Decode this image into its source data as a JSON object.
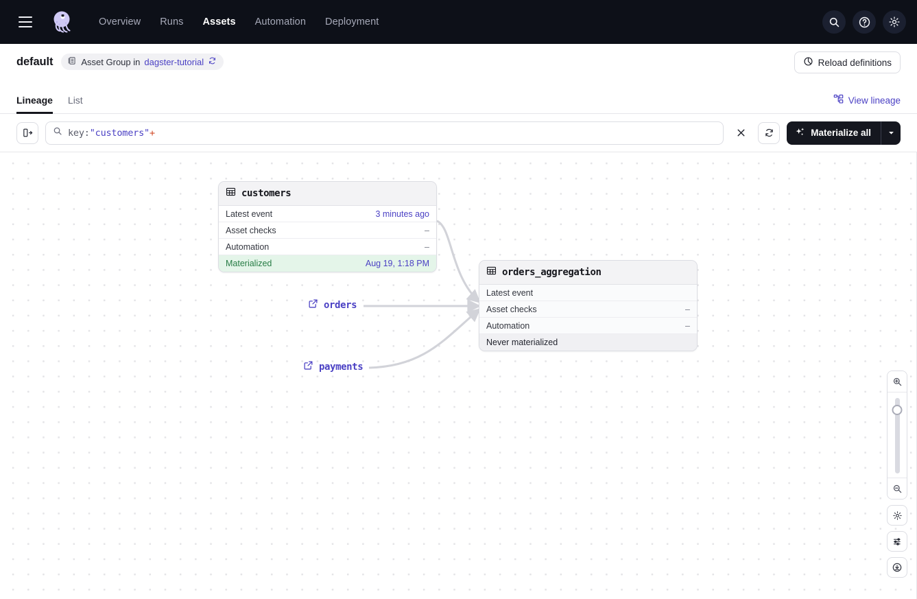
{
  "topnav": {
    "menu_icon": "hamburger-icon",
    "logo": "dagster-logo",
    "links": [
      {
        "label": "Overview",
        "active": false
      },
      {
        "label": "Runs",
        "active": false
      },
      {
        "label": "Assets",
        "active": true
      },
      {
        "label": "Automation",
        "active": false
      },
      {
        "label": "Deployment",
        "active": false
      }
    ],
    "right_icons": [
      "search-icon",
      "help-icon",
      "gear-icon"
    ]
  },
  "subheader": {
    "title": "default",
    "badge_prefix": "Asset Group in",
    "badge_link": "dagster-tutorial",
    "reload_label": "Reload definitions"
  },
  "tabs": {
    "items": [
      {
        "label": "Lineage",
        "active": true
      },
      {
        "label": "List",
        "active": false
      }
    ],
    "view_lineage_label": "View lineage"
  },
  "toolbar": {
    "panel_toggle_icon": "expand-panel-icon",
    "query_key": "key:",
    "query_value": "\"customers\"",
    "query_suffix": "+",
    "query_full": "key:\"customers\"+",
    "clear_label": "×",
    "refresh_icon": "refresh-icon",
    "materialize_label": "Materialize all",
    "materialize_caret": "▾"
  },
  "graph": {
    "nodes": [
      {
        "name": "customers",
        "icon": "table-icon",
        "rows": [
          {
            "label": "Latest event",
            "value": "3 minutes ago",
            "value_kind": "link"
          },
          {
            "label": "Asset checks",
            "value": "–",
            "value_kind": "dash"
          },
          {
            "label": "Automation",
            "value": "–",
            "value_kind": "dash"
          }
        ],
        "status": {
          "label": "Materialized",
          "value": "Aug 19, 1:18 PM",
          "kind": "green"
        }
      },
      {
        "name": "orders_aggregation",
        "icon": "table-icon",
        "rows": [
          {
            "label": "Latest event",
            "value": "",
            "value_kind": "none"
          },
          {
            "label": "Asset checks",
            "value": "–",
            "value_kind": "dash"
          },
          {
            "label": "Automation",
            "value": "–",
            "value_kind": "dash"
          }
        ],
        "status": {
          "label": "Never materialized",
          "value": "",
          "kind": "grey"
        }
      }
    ],
    "external_assets": [
      {
        "name": "orders",
        "icon": "external-link-icon"
      },
      {
        "name": "payments",
        "icon": "external-link-icon"
      }
    ]
  },
  "zoom_controls": {
    "zoom_in_icon": "zoom-in-icon",
    "zoom_out_icon": "zoom-out-icon",
    "settings_icon": "gear-icon",
    "filters_icon": "sliders-icon",
    "recenter_icon": "recenter-icon"
  },
  "colors": {
    "nav_background": "#0d1018",
    "accent_link": "#4b41c4",
    "materialized_bg": "#e4f5e9",
    "materialized_text": "#277c45",
    "never_materialized_bg": "#f0f0f3",
    "button_dark": "#15171f",
    "query_plus": "#d14a28"
  }
}
